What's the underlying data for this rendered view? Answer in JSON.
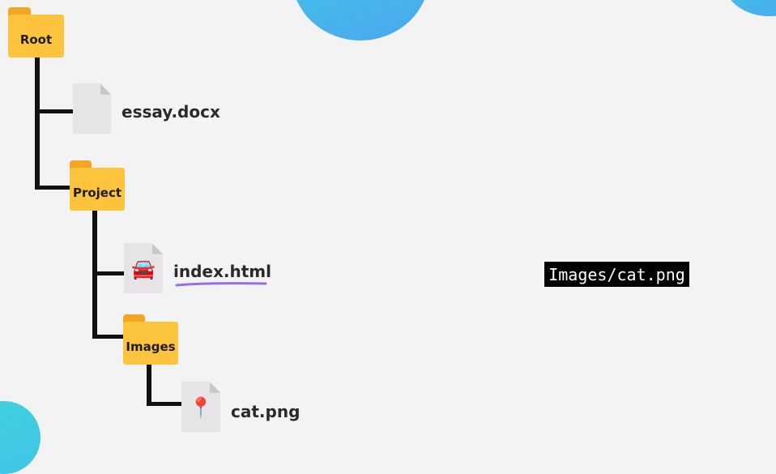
{
  "tree": {
    "root": {
      "label": "Root"
    },
    "essay": {
      "name": "essay.docx"
    },
    "project": {
      "label": "Project"
    },
    "index": {
      "name": "index.html",
      "emoji": "🚘"
    },
    "images": {
      "label": "Images"
    },
    "cat": {
      "name": "cat.png",
      "emoji": "📍"
    }
  },
  "path_label": "Images/cat.png",
  "colors": {
    "folder": "#fcc33c",
    "folder_tab": "#f4a623",
    "underline": "#9a6ee0",
    "accent_blob": "#3fd1dc"
  }
}
